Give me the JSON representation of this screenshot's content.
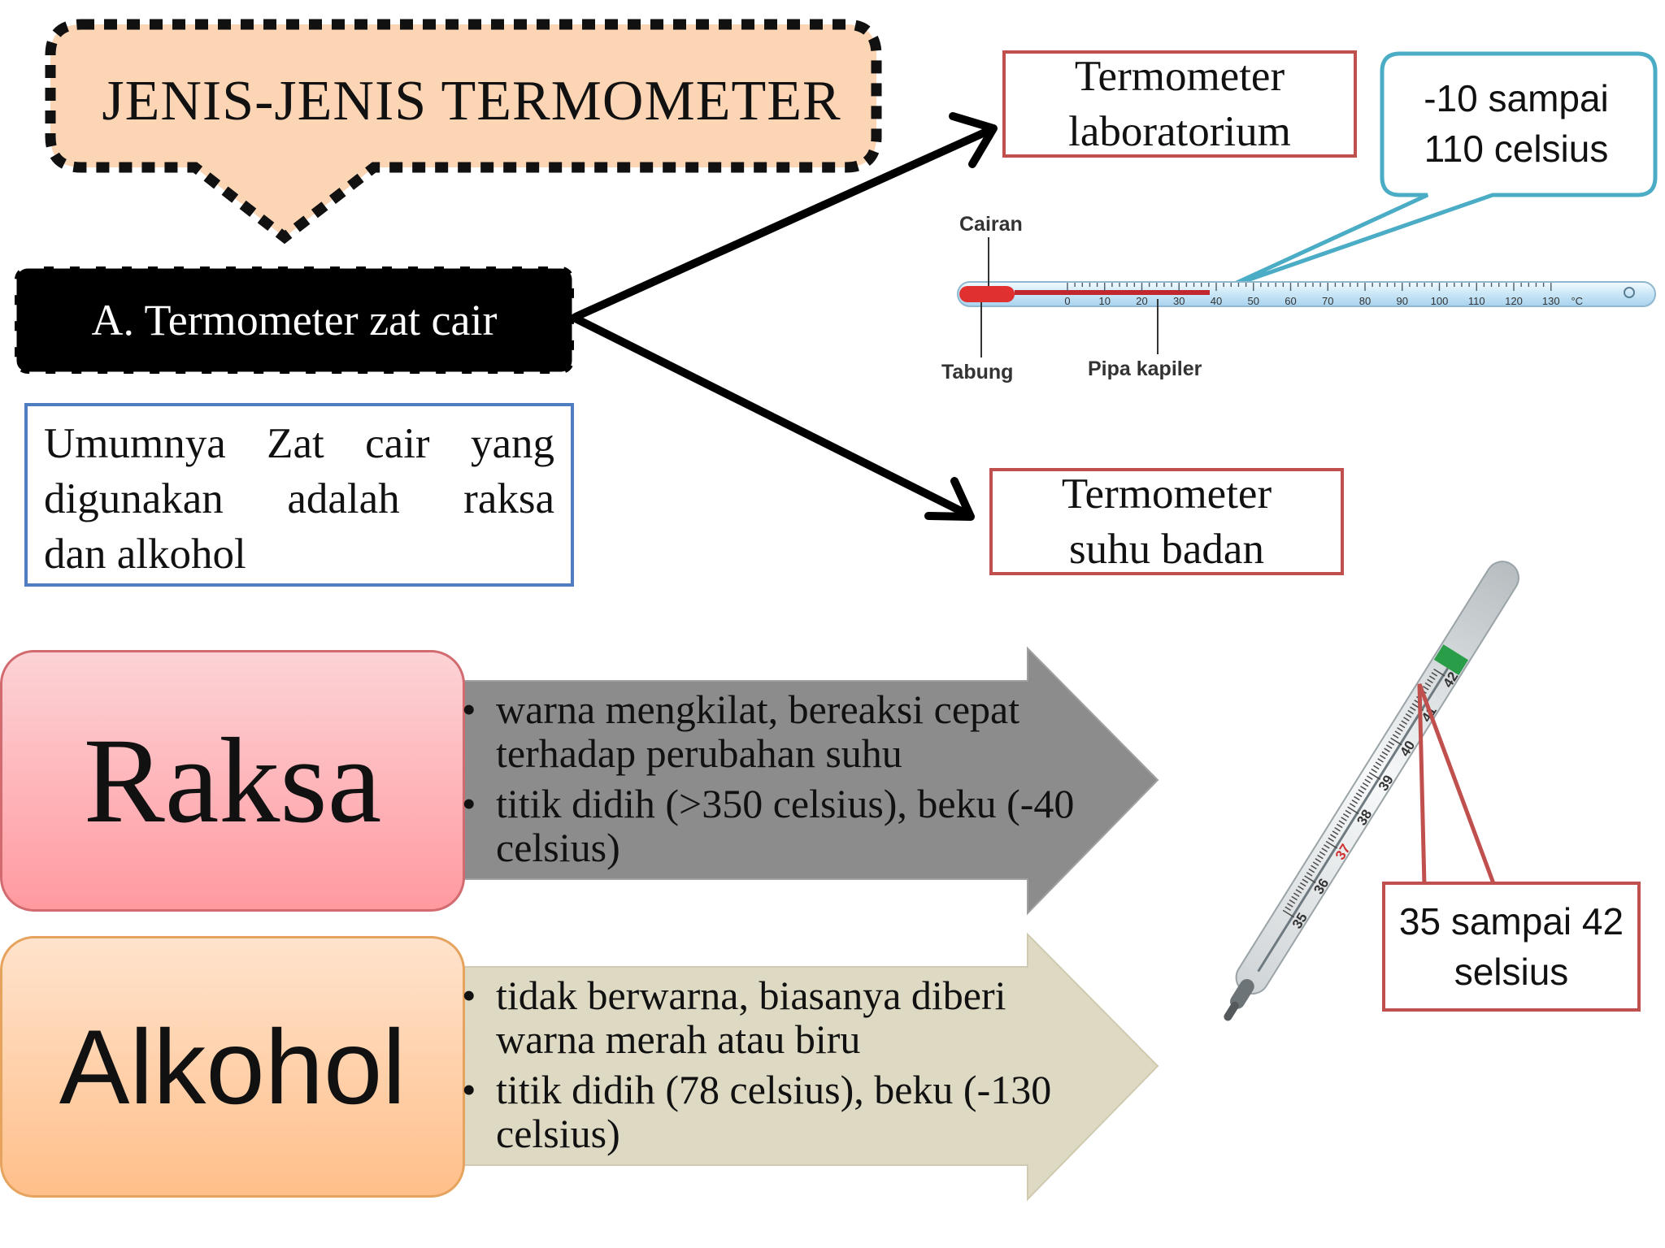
{
  "title": "JENIS-JENIS TERMOMETER",
  "category": "A. Termometer zat cair",
  "description_lines": [
    "Umumnya Zat cair yang",
    "digunakan adalah raksa",
    "dan alkohol"
  ],
  "lab_thermometer": {
    "name_line1": "Termometer",
    "name_line2": "laboratorium",
    "range_line1": "-10 sampai",
    "range_line2": "110 celsius",
    "diagram_labels": {
      "liquid": "Cairan",
      "bulb": "Tabung",
      "capillary": "Pipa kapiler"
    },
    "scale_ticks": [
      "0",
      "10",
      "20",
      "30",
      "40",
      "50",
      "60",
      "70",
      "80",
      "90",
      "100",
      "110",
      "120",
      "130",
      "°C"
    ]
  },
  "body_thermometer": {
    "name_line1": "Termometer",
    "name_line2": "suhu badan",
    "range_line1": "35 sampai 42",
    "range_line2": "selsius",
    "scale_ticks": [
      "35",
      "36",
      "37",
      "38",
      "39",
      "40",
      "41",
      "42"
    ]
  },
  "raksa": {
    "label": "Raksa",
    "bullet1": "warna mengkilat, bereaksi cepat terhadap perubahan suhu",
    "bullet2": "titik didih (>350 celsius), beku (-40 celsius)"
  },
  "alkohol": {
    "label": "Alkohol",
    "bullet1": "tidak berwarna, biasanya diberi warna merah atau biru",
    "bullet2": "titik didih (78 celsius), beku (-130 celsius)"
  },
  "colors": {
    "title_fill": "#fcd5b5",
    "red_border": "#c0504d",
    "blue_border": "#4f7ec0",
    "callout_border": "#4bacc6",
    "raksa_arrow": "#8c8c8c",
    "alkohol_arrow": "#ddd9c3",
    "mercury": "#e03030"
  }
}
